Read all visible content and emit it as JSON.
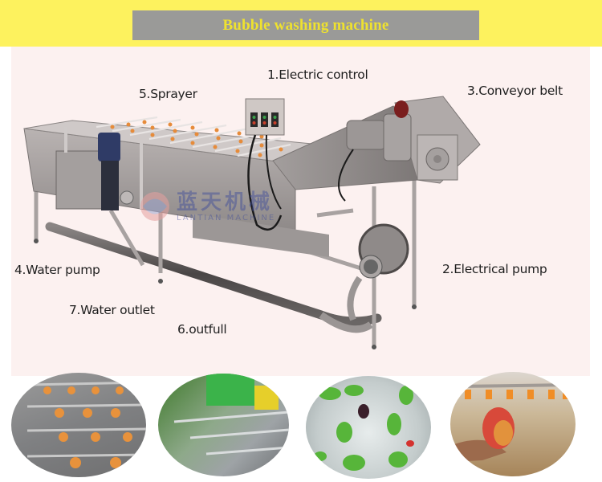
{
  "header": {
    "title": "Bubble washing machine",
    "banner_color": "#fdf25e",
    "title_bar_color": "#9a9a98",
    "title_text_color": "#efe22e"
  },
  "diagram": {
    "background_color": "#fcf1f0",
    "watermark": {
      "chinese": "蓝天机械",
      "english": "LANTIAN MACHINE"
    },
    "labels": [
      {
        "id": 1,
        "text": "1.Electric control"
      },
      {
        "id": 2,
        "text": "2.Electrical pump"
      },
      {
        "id": 3,
        "text": "3.Conveyor belt"
      },
      {
        "id": 4,
        "text": "4.Water pump"
      },
      {
        "id": 5,
        "text": "5.Sprayer"
      },
      {
        "id": 6,
        "text": "6.outfull"
      },
      {
        "id": 7,
        "text": "7.Water outlet"
      }
    ]
  },
  "gallery": {
    "photos": [
      {
        "subject": "spray nozzles over wash bed"
      },
      {
        "subject": "leafy vegetables in wash tank"
      },
      {
        "subject": "peppers in bubbling water"
      },
      {
        "subject": "hand holding mango under sprayers"
      }
    ]
  }
}
